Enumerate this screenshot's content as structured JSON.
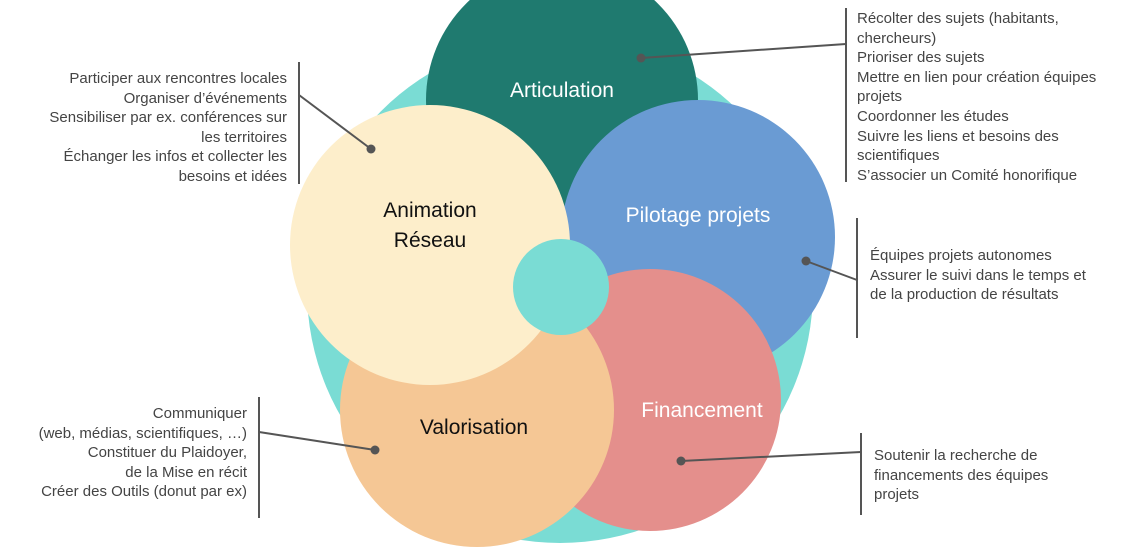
{
  "colors": {
    "background_circle": "#7adcd4",
    "articulation": "#1f7a6f",
    "pilotage": "#6a9bd3",
    "financement": "#e48f8c",
    "valorisation": "#f5c795",
    "animation": "#fdeecb",
    "center": "#7adcd4",
    "line": "#555555"
  },
  "circles": {
    "articulation": "Articulation",
    "pilotage": "Pilotage projets",
    "financement": "Financement",
    "valorisation": "Valorisation",
    "animation": [
      "Animation",
      "Réseau"
    ]
  },
  "notes": {
    "articulation": [
      "Récolter des sujets (habitants,",
      "chercheurs)",
      "Prioriser des sujets",
      "Mettre en lien pour création équipes",
      "projets",
      "Coordonner les études",
      "Suivre les liens et besoins des",
      "scientifiques",
      "S’associer un Comité honorifique"
    ],
    "animation": [
      "Participer aux rencontres locales",
      "Organiser d’événements",
      "Sensibiliser par ex. conférences sur",
      "les territoires",
      "Échanger les infos et collecter  les",
      "besoins et idées"
    ],
    "pilotage": [
      "Équipes projets autonomes",
      "Assurer le suivi dans le temps et",
      "de la production de résultats"
    ],
    "valorisation": [
      "Communiquer",
      "(web, médias, scientifiques, …)",
      "Constituer du Plaidoyer,",
      "de la Mise en récit",
      "Créer des Outils (donut par ex)"
    ],
    "financement": [
      "Soutenir la recherche de",
      "financements des équipes",
      "projets"
    ]
  }
}
